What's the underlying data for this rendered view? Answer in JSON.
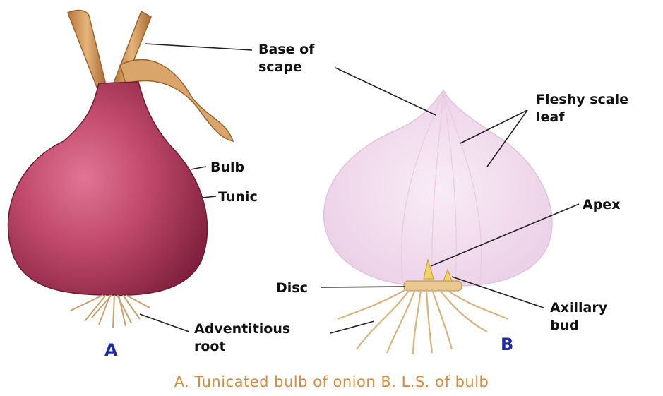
{
  "labels": {
    "base_of_scape": "Base of\nscape",
    "fleshy_scale_leaf": "Fleshy scale\nleaf",
    "bulb": "Bulb",
    "tunic": "Tunic",
    "apex": "Apex",
    "disc": "Disc",
    "axillary_bud": "Axillary\nbud",
    "adventitious_root": "Adventitious\nroot"
  },
  "panels": {
    "a": "A",
    "b": "B"
  },
  "caption": "A. Tunicated bulb of onion  B. L.S. of bulb",
  "colors": {
    "onion_red": "#b53c5e",
    "scape_tan": "#d9a56a",
    "scale_pink": "#f3dff0",
    "root_tan": "#d8b47c",
    "panel_letter": "#1f2aa8",
    "caption": "#d98a3a"
  }
}
